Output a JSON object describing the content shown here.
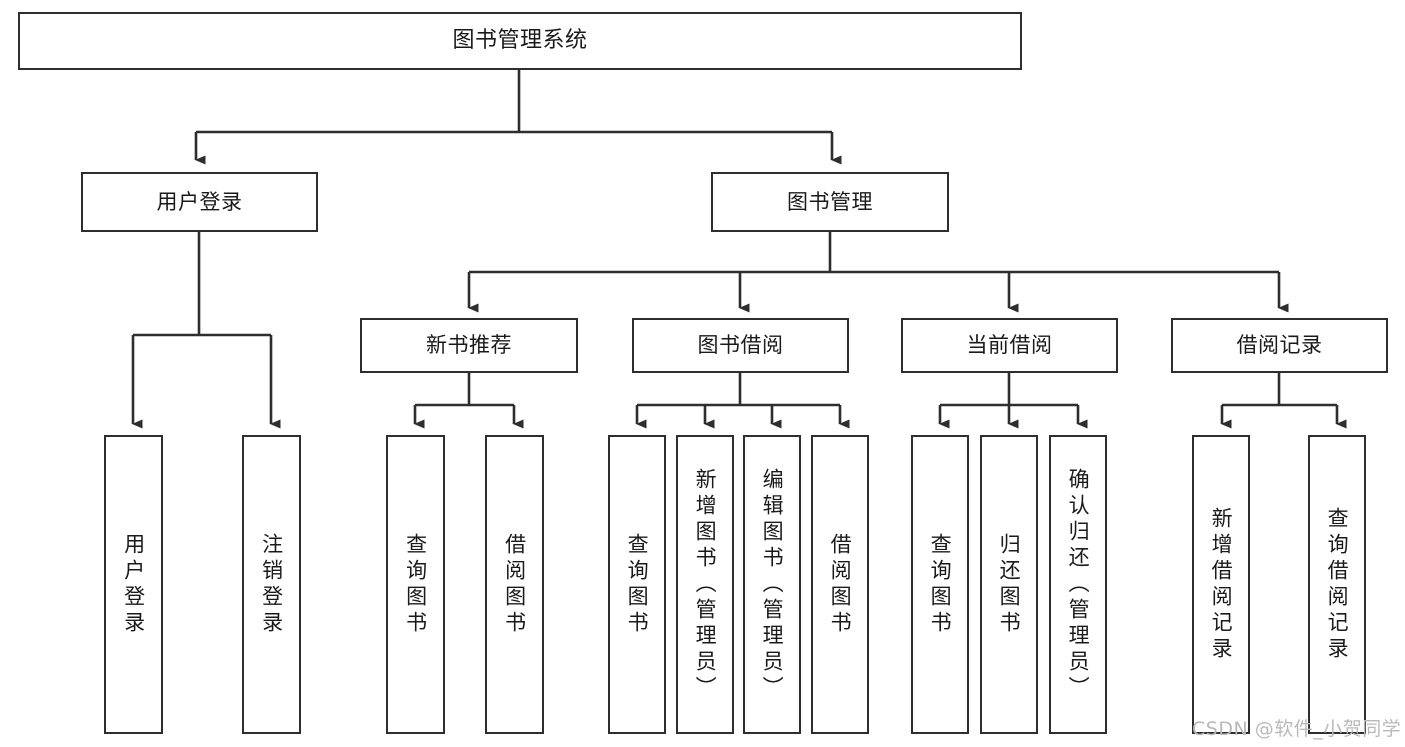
{
  "diagram": {
    "title": "图书管理系统",
    "type": "tree-hierarchy-chart",
    "colors": {
      "box_border": "#2e2e2e",
      "box_fill": "#ffffff",
      "connector": "#2e2e2e",
      "text": "#1a1a1a",
      "watermark": "#b9b9b9",
      "background": "#ffffff"
    },
    "root": {
      "label": "图书管理系统"
    },
    "level2": [
      {
        "label": "用户登录"
      },
      {
        "label": "图书管理"
      }
    ],
    "level3": [
      {
        "label": "新书推荐"
      },
      {
        "label": "图书借阅"
      },
      {
        "label": "当前借阅"
      },
      {
        "label": "借阅记录"
      }
    ],
    "leaves": {
      "user_login": [
        {
          "label": "用户登录"
        },
        {
          "label": "注销登录"
        }
      ],
      "new_book_recommend": [
        {
          "label": "查询图书"
        },
        {
          "label": "借阅图书"
        }
      ],
      "book_borrow": [
        {
          "label": "查询图书"
        },
        {
          "label": "新增图书（管理员）"
        },
        {
          "label": "编辑图书（管理员）"
        },
        {
          "label": "借阅图书"
        }
      ],
      "current_borrow": [
        {
          "label": "查询图书"
        },
        {
          "label": "归还图书"
        },
        {
          "label": "确认归还（管理员）"
        }
      ],
      "borrow_record": [
        {
          "label": "新增借阅记录"
        },
        {
          "label": "查询借阅记录"
        }
      ]
    },
    "watermark": "CSDN @软件_小贺同学"
  }
}
